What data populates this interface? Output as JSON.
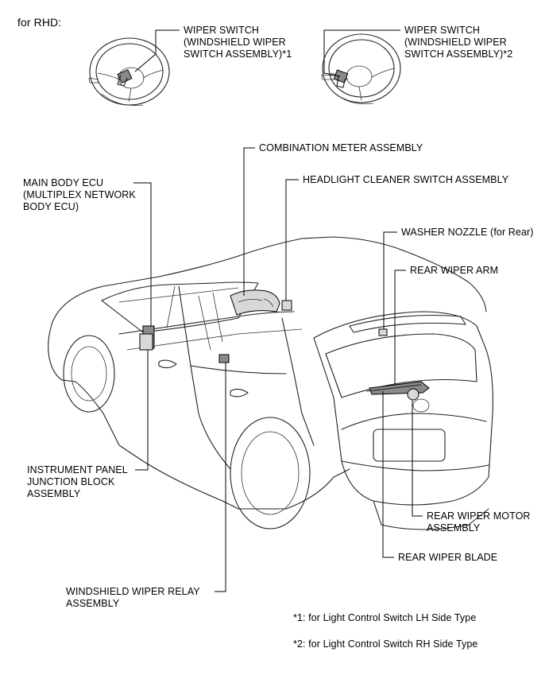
{
  "header": {
    "text": "for RHD:"
  },
  "labels": {
    "wiper_switch_1": "WIPER SWITCH\n(WINDSHIELD WIPER\nSWITCH ASSEMBLY)*1",
    "wiper_switch_2": "WIPER SWITCH\n(WINDSHIELD WIPER\nSWITCH ASSEMBLY)*2",
    "combination_meter": "COMBINATION METER ASSEMBLY",
    "headlight_cleaner": "HEADLIGHT CLEANER SWITCH ASSEMBLY",
    "main_body_ecu": "MAIN BODY ECU\n(MULTIPLEX NETWORK\nBODY ECU)",
    "washer_nozzle": "WASHER NOZZLE (for Rear)",
    "rear_wiper_arm": "REAR WIPER ARM",
    "instrument_panel_jb": "INSTRUMENT PANEL\nJUNCTION BLOCK\nASSEMBLY",
    "rear_wiper_motor": "REAR WIPER MOTOR\nASSEMBLY",
    "rear_wiper_blade": "REAR WIPER BLADE",
    "windshield_wiper_relay": "WINDSHIELD WIPER RELAY\nASSEMBLY"
  },
  "footnotes": {
    "note1": "*1: for Light Control Switch LH Side Type",
    "note2": "*2: for Light Control Switch RH Side Type"
  }
}
